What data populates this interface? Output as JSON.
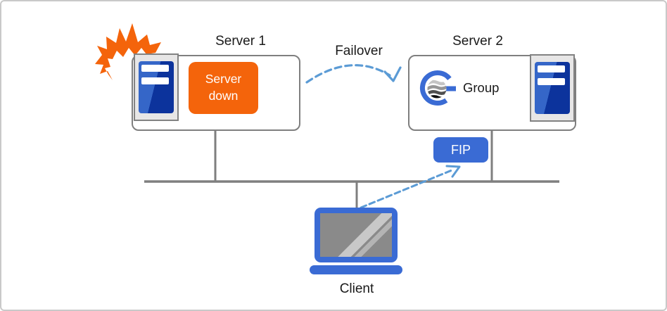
{
  "diagram": {
    "server1": {
      "title": "Server 1",
      "status": "Server down"
    },
    "server2": {
      "title": "Server 2",
      "group": "Group"
    },
    "failover": "Failover",
    "fip": "FIP",
    "client": "Client"
  },
  "icons": {
    "crash": "crash-burst-icon",
    "server": "server-tower-icon",
    "group": "cluster-globe-icon",
    "laptop": "laptop-icon"
  },
  "colors": {
    "accent_blue": "#3A6BD4",
    "server_blue_light": "#3566C8",
    "server_blue_dark": "#0C339C",
    "arrow_blue": "#5B9BD5",
    "alert_orange": "#F4640B",
    "line_gray": "#7F7F7F",
    "frame_gray": "#E7E6E6",
    "screen_gray": "#8A8A8A"
  }
}
